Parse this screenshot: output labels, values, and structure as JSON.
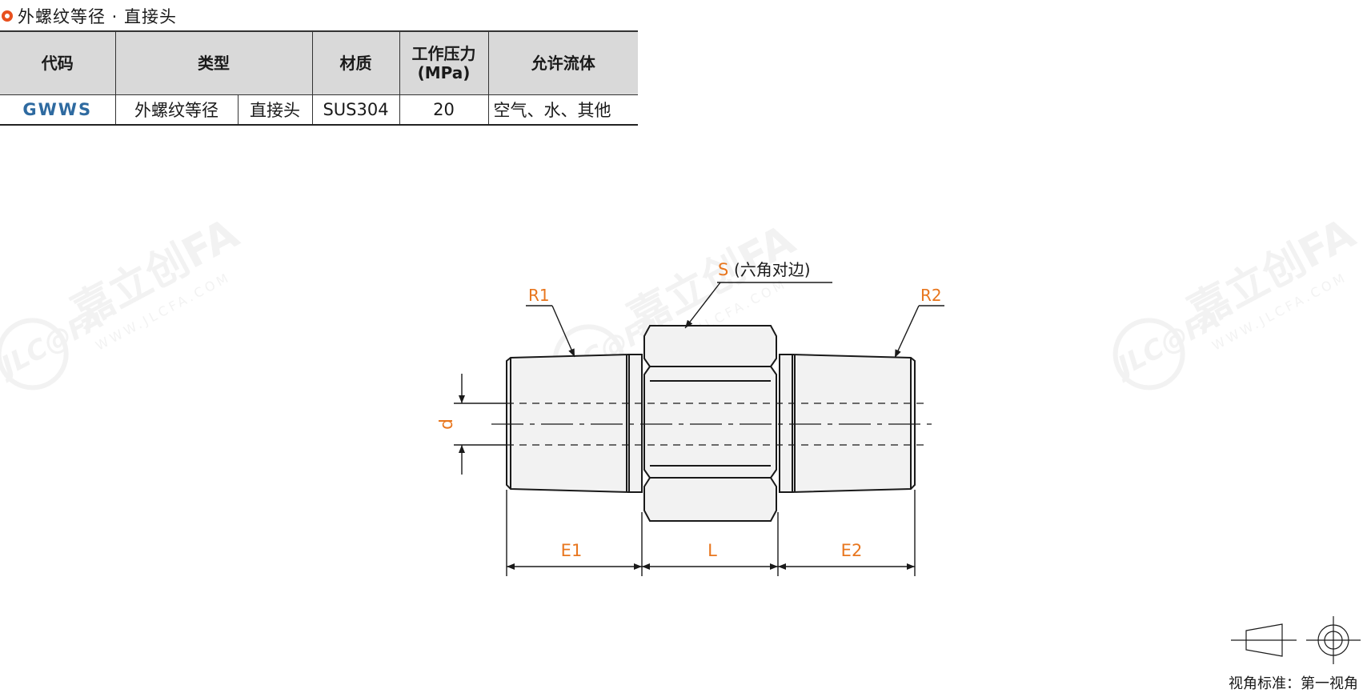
{
  "header": {
    "title": "外螺纹等径 · 直接头"
  },
  "table": {
    "headers": {
      "code": "代码",
      "type": "类型",
      "material": "材质",
      "pressure_line1": "工作压力",
      "pressure_line2": "(MPa)",
      "fluid": "允许流体"
    },
    "row": {
      "code": "GWWS",
      "type_a": "外螺纹等径",
      "type_b": "直接头",
      "material": "SUS304",
      "pressure": "20",
      "fluid": "空气、水、其他"
    }
  },
  "drawing": {
    "labels": {
      "s": "S",
      "s_note": "(六角对边)",
      "r1": "R1",
      "r2": "R2",
      "d": "d",
      "e1": "E1",
      "l": "L",
      "e2": "E2"
    },
    "colors": {
      "accent": "#e8761e",
      "line": "#1a1a1a",
      "fill": "#f2f2f2"
    }
  },
  "watermark": {
    "brand": "嘉立创FA",
    "url": "WWW.JLCFA.COM",
    "logo": "JLC@FA"
  },
  "projection": {
    "label": "视角标准：第一视角"
  }
}
